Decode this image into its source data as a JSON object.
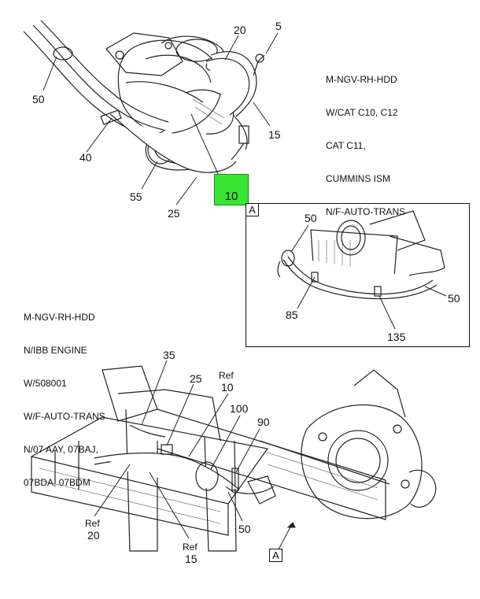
{
  "colors": {
    "highlight": "#39e632",
    "ink": "#111111"
  },
  "top_assembly": {
    "callouts": {
      "c20": "20",
      "c5": "5",
      "c50": "50",
      "c15": "15",
      "c40": "40",
      "c10": "10",
      "c55": "55",
      "c25": "25"
    },
    "note_lines": [
      "M-NGV-RH-HDD",
      "W/CAT C10, C12",
      "CAT C11,",
      "CUMMINS ISM",
      "N/F-AUTO-TRANS"
    ]
  },
  "detail_a": {
    "tag": "A",
    "callouts": {
      "c50_top": "50",
      "c50_right": "50",
      "c85": "85",
      "c135": "135"
    }
  },
  "bottom_assembly": {
    "note_lines": [
      "M-NGV-RH-HDD",
      "N/IBB ENGINE",
      "W/508001",
      "W/F-AUTO-TRANS",
      "N/07 AAY, 07BAJ,",
      "07BDA, 07BDM"
    ],
    "callouts": {
      "c35": "35",
      "c25": "25",
      "ref10_a": "Ref",
      "ref10_b": "10",
      "c100": "100",
      "c90": "90",
      "ref20_a": "Ref",
      "ref20_b": "20",
      "ref15_a": "Ref",
      "ref15_b": "15",
      "c50": "50"
    },
    "view_tag": "A"
  }
}
